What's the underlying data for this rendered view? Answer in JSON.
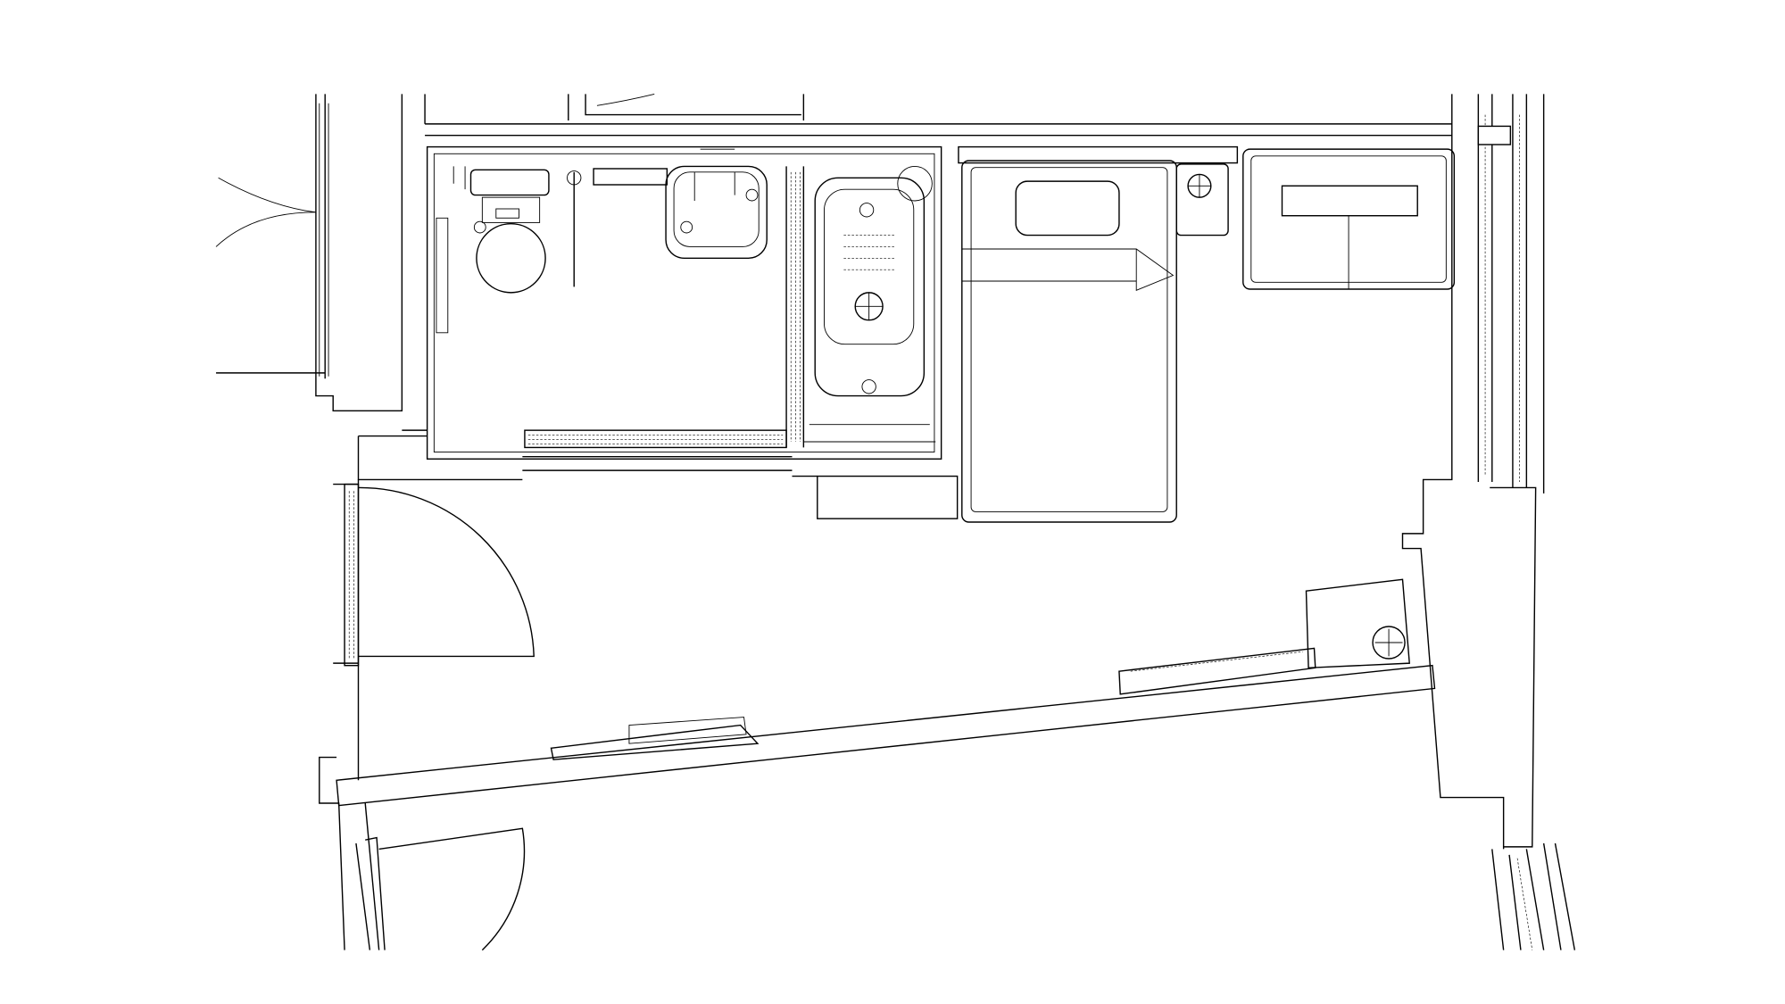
{
  "plan": {
    "line_color": "#000000",
    "background_color": "#ffffff",
    "rooms": [
      "bathroom",
      "bedroom",
      "entrance"
    ],
    "fixtures": [
      "toilet",
      "sink",
      "bathtub",
      "bed",
      "pillow",
      "nightstand-lamp",
      "sofa",
      "desk",
      "tv-unit",
      "doors",
      "windows"
    ]
  }
}
